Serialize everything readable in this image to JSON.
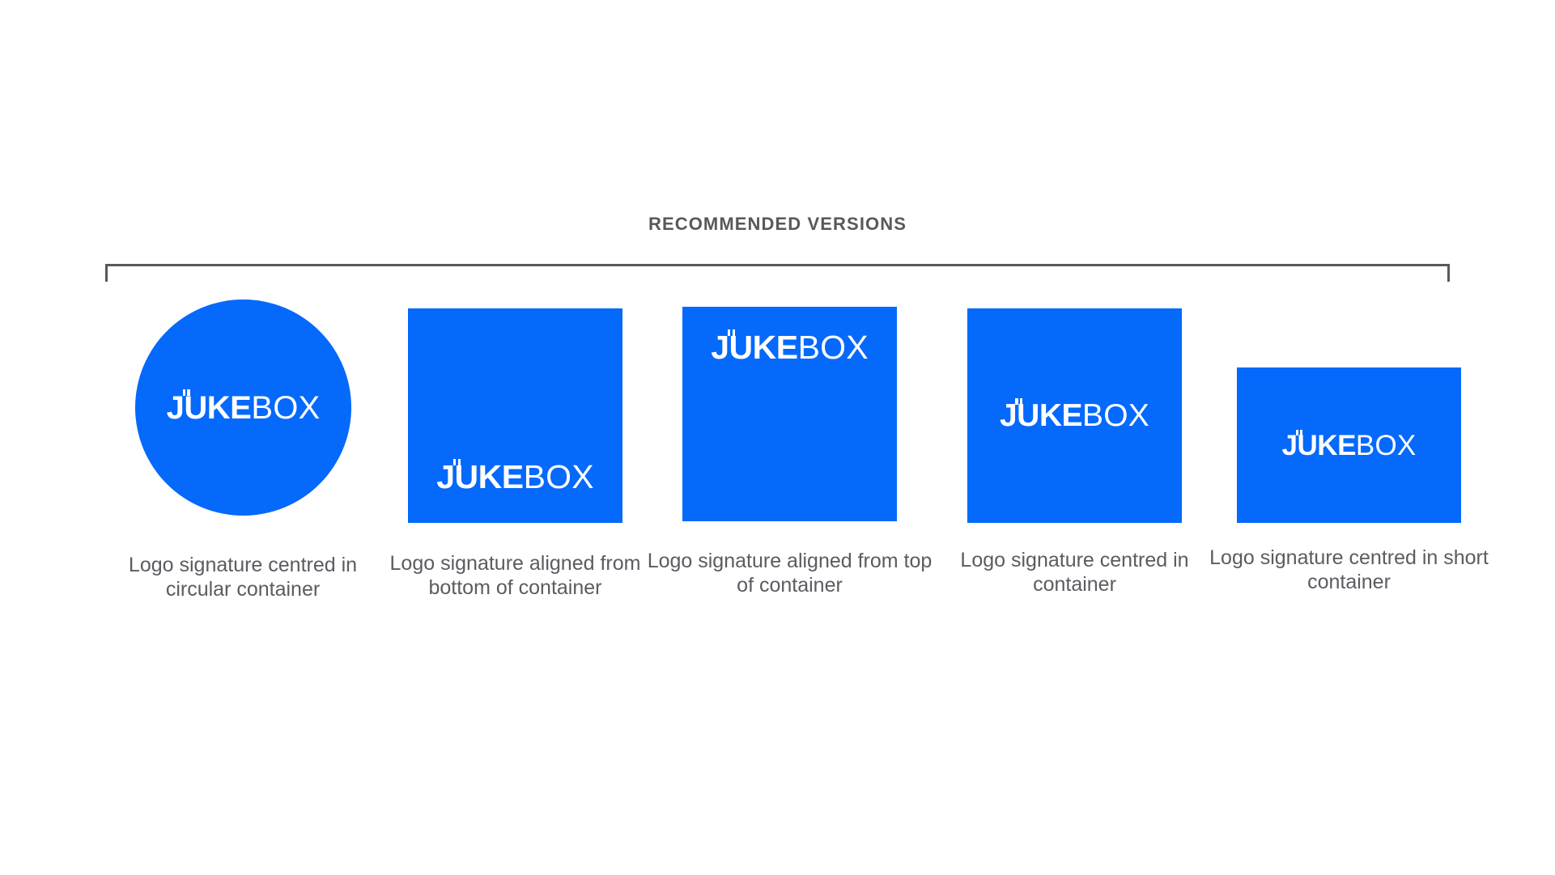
{
  "section": {
    "title": "RECOMMENDED VERSIONS",
    "rule_color": "#58585d"
  },
  "brand": {
    "logo_primary": "JUKE",
    "logo_secondary": "BOX",
    "blue": "#0569fb",
    "logo_color": "#ffffff",
    "caption_color": "#5b5b61"
  },
  "items": [
    {
      "name": "circular-container",
      "shape": "circle",
      "alignment": "centred",
      "caption": "Logo signature centred in circular container"
    },
    {
      "name": "square-container-bottom",
      "shape": "square",
      "alignment": "bottom",
      "caption": "Logo signature aligned from bottom of container"
    },
    {
      "name": "square-container-top",
      "shape": "square",
      "alignment": "top",
      "caption": "Logo signature aligned from top of container"
    },
    {
      "name": "square-container-centred",
      "shape": "square",
      "alignment": "centred",
      "caption": "Logo signature centred in container"
    },
    {
      "name": "short-container-centred",
      "shape": "rectangle",
      "alignment": "centred",
      "caption": "Logo signature centred in short container"
    }
  ]
}
